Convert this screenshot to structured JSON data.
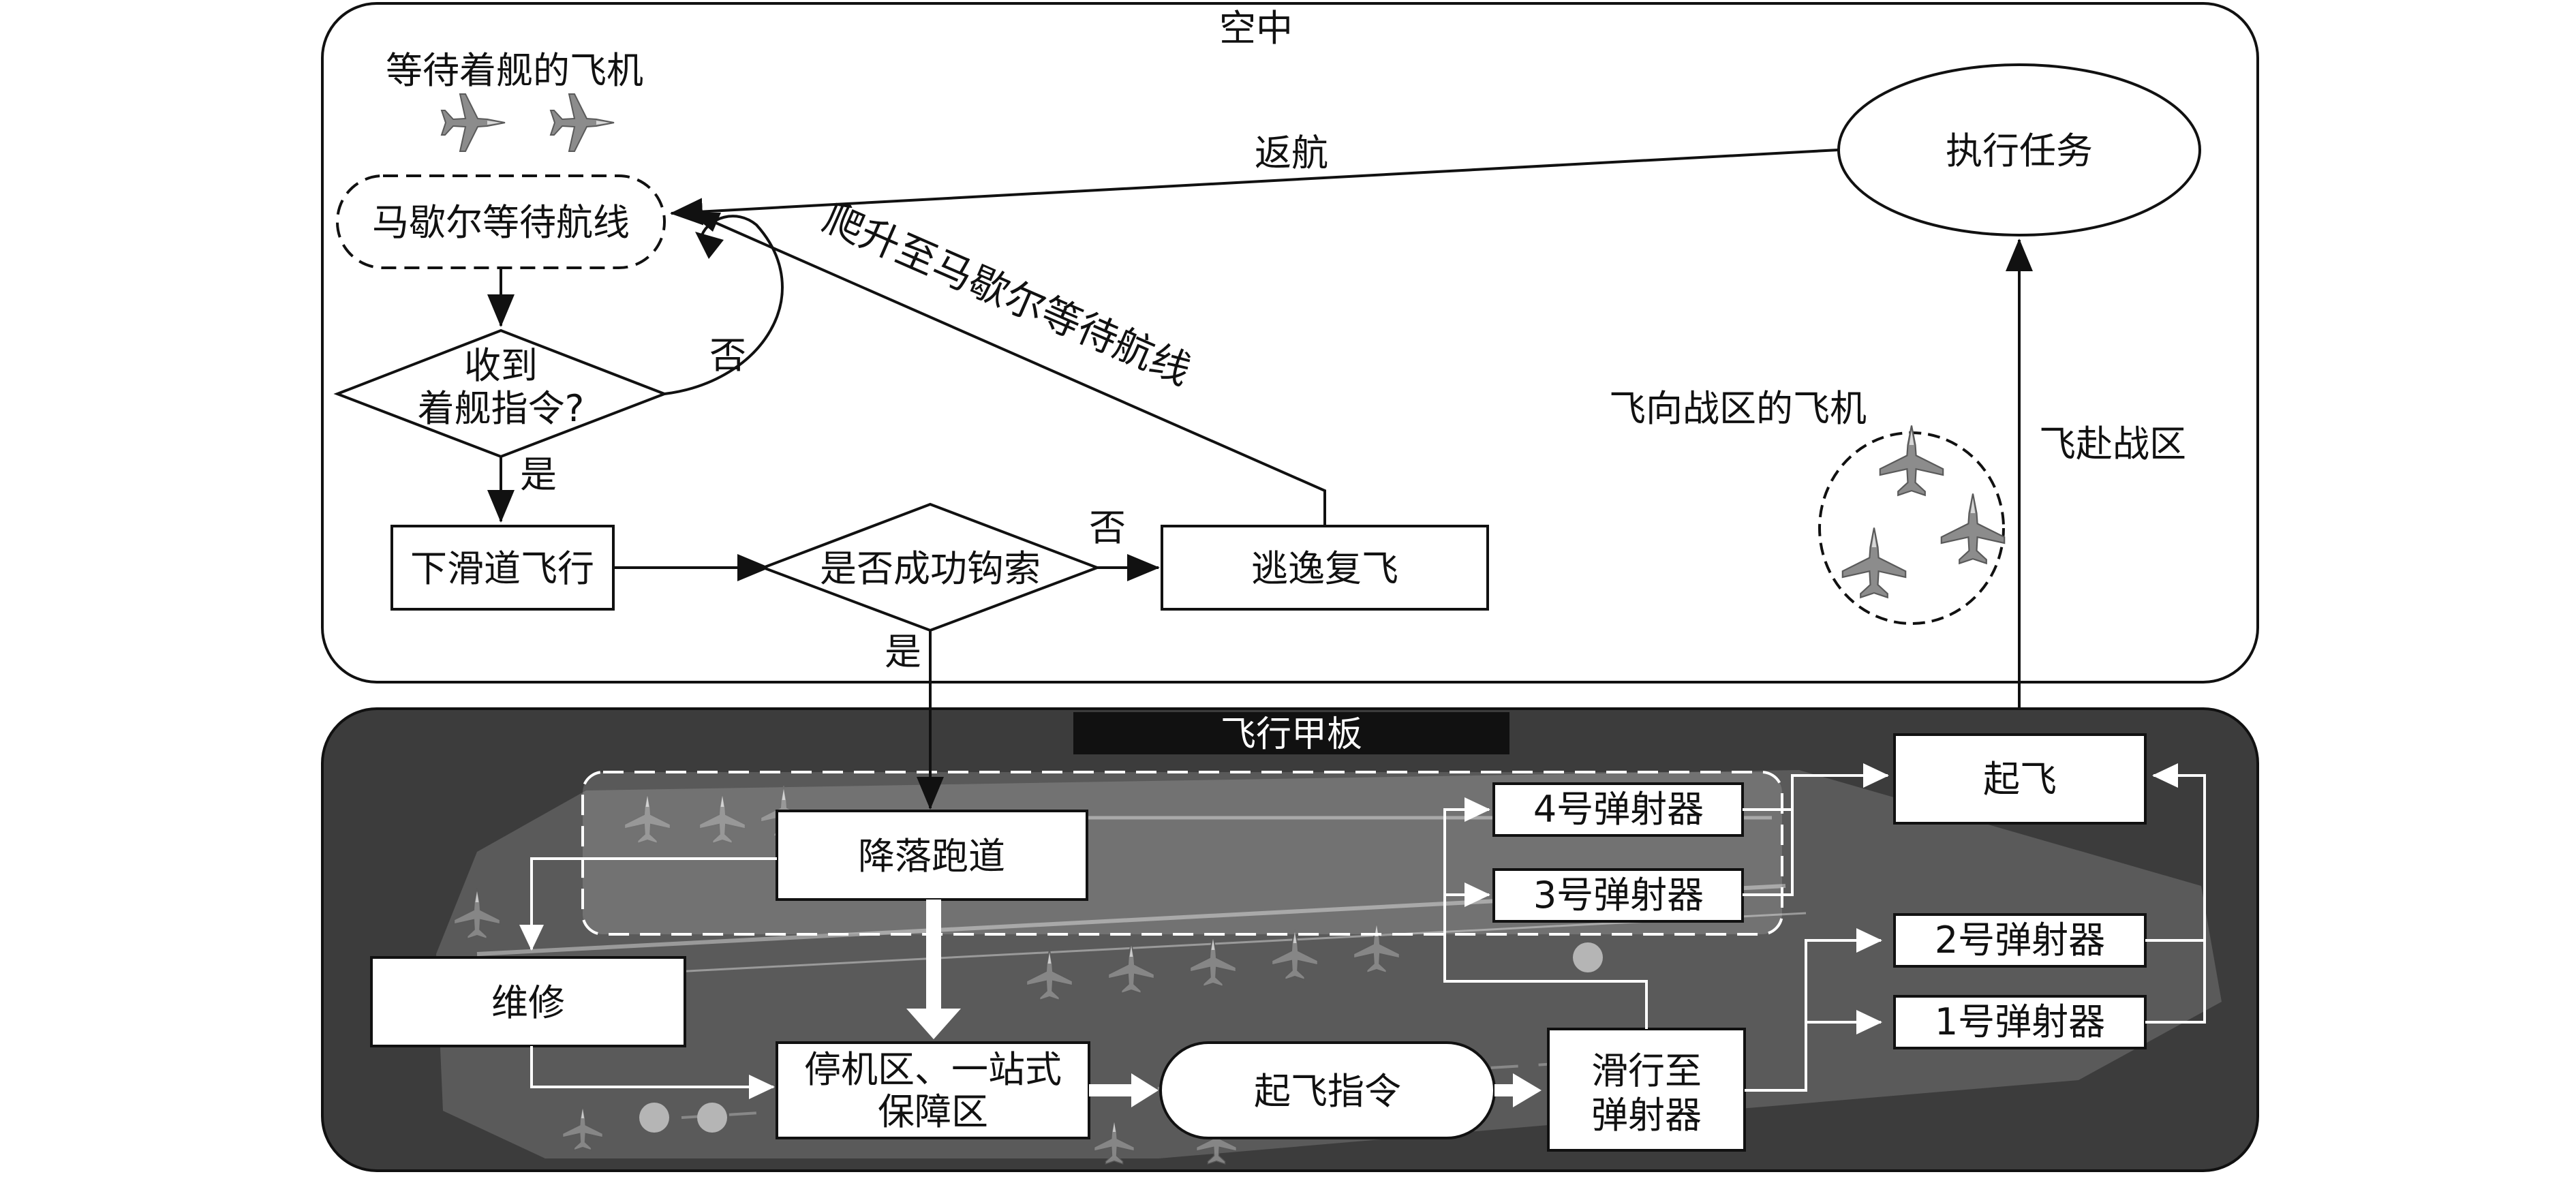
{
  "sections": {
    "air": "空中",
    "deck": "飞行甲板"
  },
  "air": {
    "waiting_planes_label": "等待着舰的飞机",
    "marshal_pattern": "马歇尔等待航线",
    "decision_landing_order_line1": "收到",
    "decision_landing_order_line2": "着舰指令?",
    "no_1": "否",
    "yes_1": "是",
    "glide_path": "下滑道飞行",
    "decision_hook": "是否成功钩索",
    "no_2": "否",
    "yes_2": "是",
    "bolter": "逃逸复飞",
    "climb_to_marshal": "爬升至马歇尔等待航线",
    "return_label": "返航",
    "execute_mission": "执行任务",
    "fly_to_zone": "飞赴战区",
    "planes_to_zone_label": "飞向战区的飞机"
  },
  "deck": {
    "landing_runway": "降落跑道",
    "maintenance": "维修",
    "parking_line1": "停机区、一站式",
    "parking_line2": "保障区",
    "launch_order": "起飞指令",
    "taxi_line1": "滑行至",
    "taxi_line2": "弹射器",
    "catapult_4": "4号弹射器",
    "catapult_3": "3号弹射器",
    "catapult_2": "2号弹射器",
    "catapult_1": "1号弹射器",
    "takeoff": "起飞"
  },
  "icons": {
    "waiting_planes": "fighter-jet-icon",
    "zone_planes": "fighter-jet-icon",
    "deck_background": "aircraft-carrier-deck"
  },
  "colors": {
    "deck_panel": "#3c3c3c",
    "deck_title_bar": "#111111",
    "box_fill": "#ffffff",
    "line": "#111111"
  }
}
